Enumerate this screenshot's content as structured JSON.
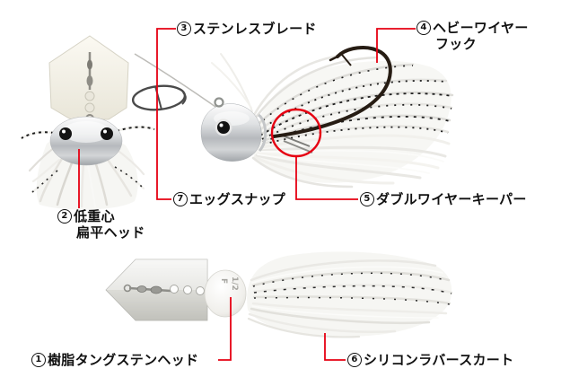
{
  "figure_type": "product-anatomy-diagram",
  "subject": "bladed-jig-lure",
  "palette": {
    "background": "#ffffff",
    "accent_red": "#e60012",
    "label_color": "#111111",
    "hook_color": "#261c13",
    "metal_gray": "#9a9a94",
    "skirt_white": "#f2f1ed"
  },
  "callouts": {
    "c1": {
      "num": "1",
      "text": "樹脂タングステンヘッド"
    },
    "c2": {
      "num": "2",
      "text": "低重心",
      "line2": "扁平ヘッド"
    },
    "c3": {
      "num": "3",
      "text": "ステンレスブレード"
    },
    "c4": {
      "num": "4",
      "text": "ヘビーワイヤー",
      "line2": "フック"
    },
    "c5": {
      "num": "5",
      "text": "ダブルワイヤーキーパー"
    },
    "c6": {
      "num": "6",
      "text": "シリコンラバースカート"
    },
    "c7": {
      "num": "7",
      "text": "エッグスナップ"
    }
  },
  "head_markings": {
    "size_label": "F",
    "weight_label": "1/2"
  }
}
